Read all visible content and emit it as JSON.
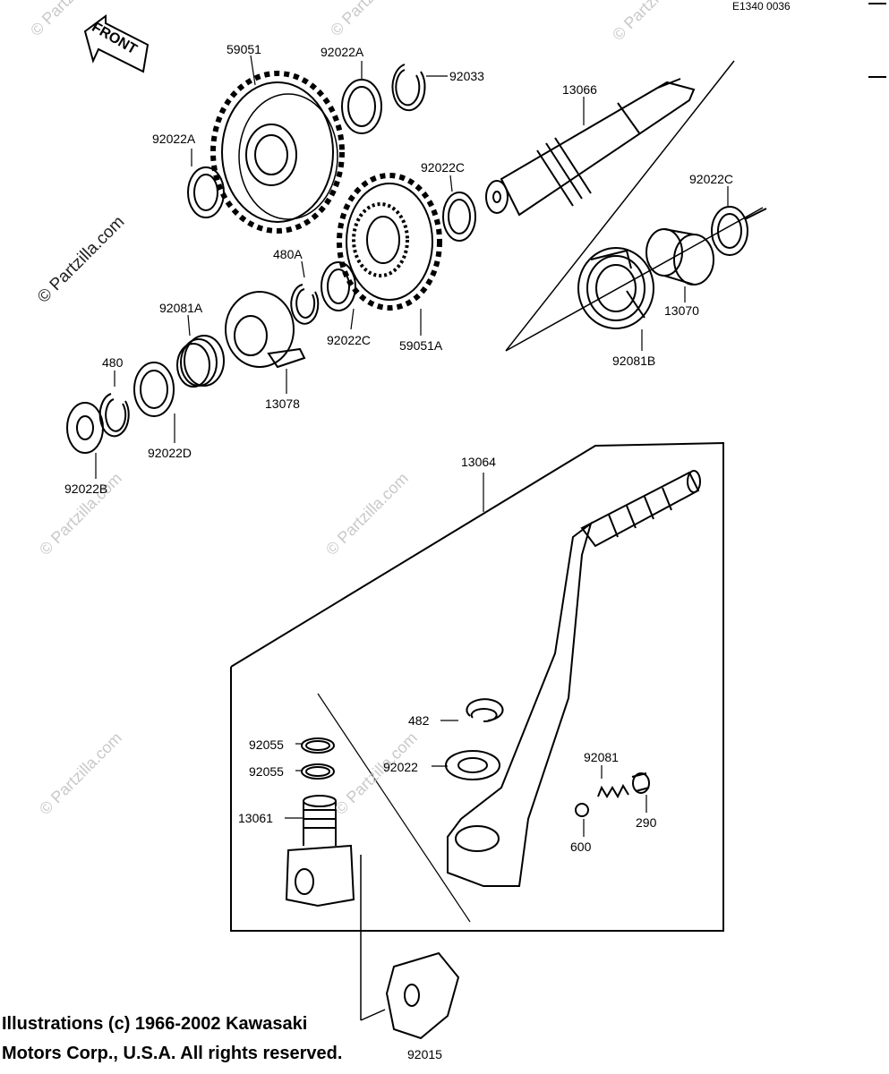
{
  "header": {
    "code": "E1340 0036"
  },
  "front_label": "FRONT",
  "watermark_main": "© Partzilla.com",
  "watermark_light": "© Partzilla.com",
  "copyright": {
    "line1": "Illustrations (c) 1966-2002 Kawasaki",
    "line2": "Motors Corp., U.S.A.  All rights reserved."
  },
  "parts": {
    "p59051": "59051",
    "p92022A_top": "92022A",
    "p92033": "92033",
    "p13066": "13066",
    "p92022A_left": "92022A",
    "p92022C_mid": "92022C",
    "p92022C_right": "92022C",
    "p480A": "480A",
    "p92081A": "92081A",
    "p13070": "13070",
    "p92022C_low": "92022C",
    "p59051A": "59051A",
    "p480": "480",
    "p92081B": "92081B",
    "p13078": "13078",
    "p92022D": "92022D",
    "p92022B": "92022B",
    "p13064": "13064",
    "p482": "482",
    "p92055_a": "92055",
    "p92055_b": "92055",
    "p92022": "92022",
    "p92081": "92081",
    "p13061": "13061",
    "p600": "600",
    "p290": "290",
    "p92015": "92015"
  }
}
